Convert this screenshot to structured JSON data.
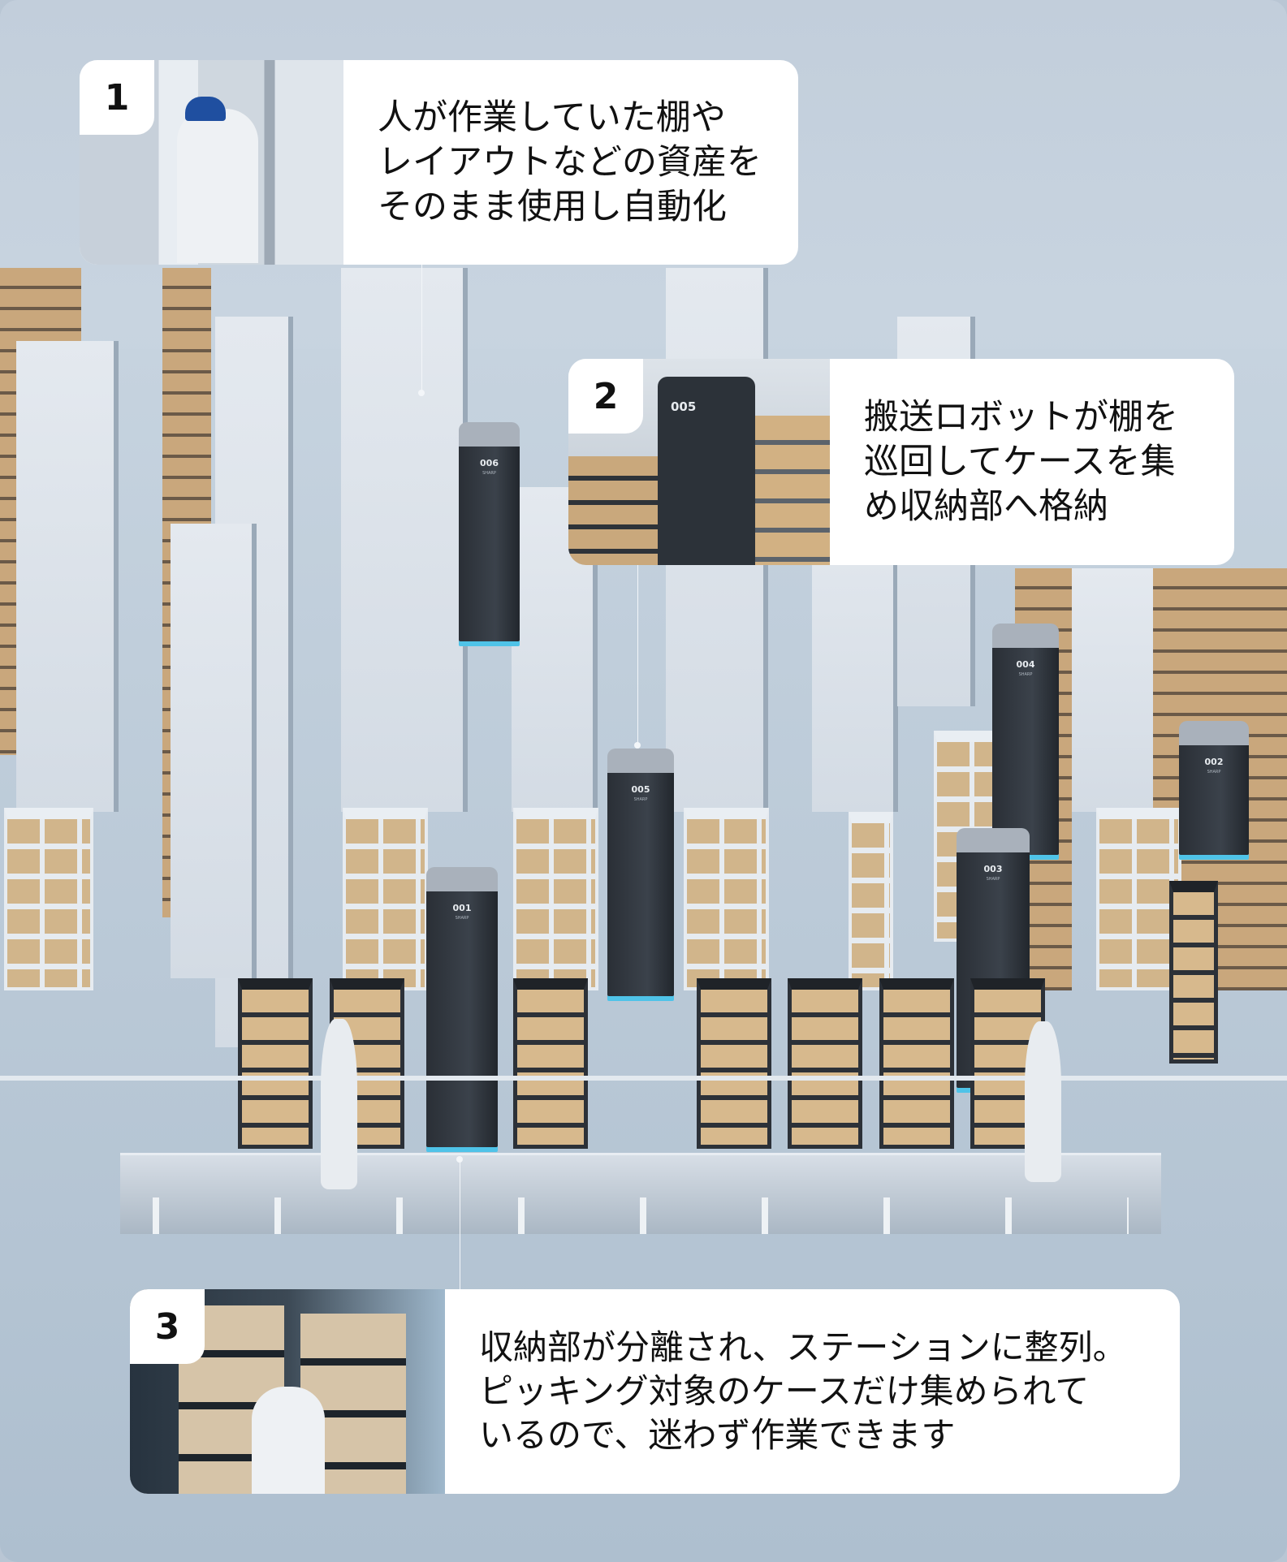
{
  "callouts": [
    {
      "number": "1",
      "text": "人が作業していた棚や\nレイアウトなどの資産を\nそのまま使用し自動化"
    },
    {
      "number": "2",
      "text": "搬送ロボットが棚を\n巡回してケースを集\nめ収納部へ格納"
    },
    {
      "number": "3",
      "text": "収納部が分離され、ステーションに整列。\nピッキング対象のケースだけ集められて\nいるので、迷わず作業できます"
    }
  ],
  "robots": [
    {
      "id": "006",
      "brand": "SHARP"
    },
    {
      "id": "005",
      "brand": "SHARP"
    },
    {
      "id": "004",
      "brand": "SHARP"
    },
    {
      "id": "002",
      "brand": "SHARP"
    },
    {
      "id": "003",
      "brand": "SHARP"
    },
    {
      "id": "001",
      "brand": "SHARP"
    }
  ],
  "photo_robot_label": "005"
}
